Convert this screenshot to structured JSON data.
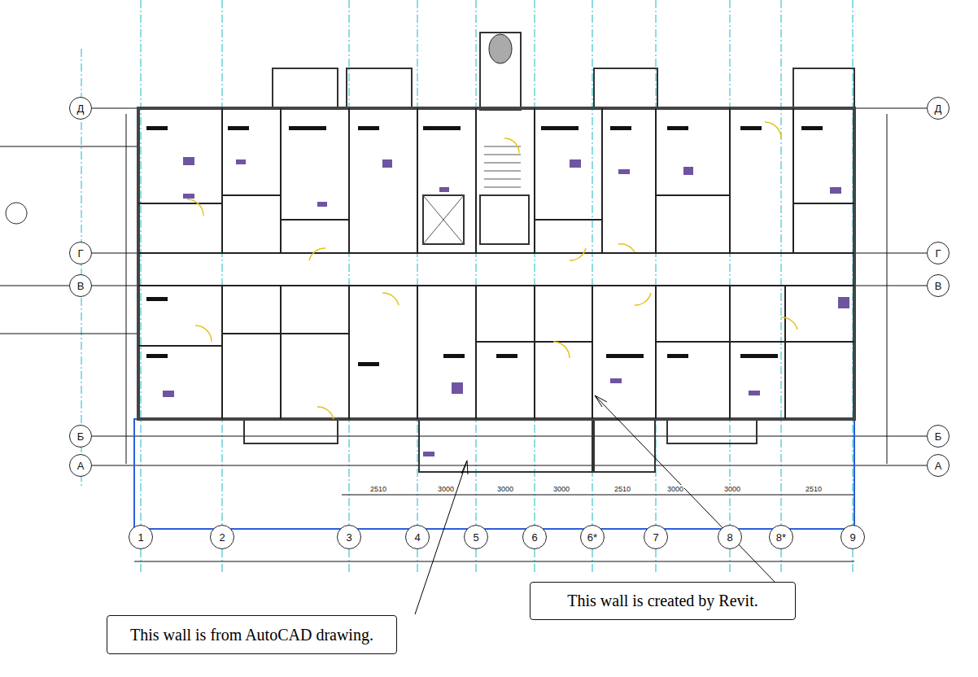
{
  "diagram": {
    "nodes": [
      {
        "text": [
          "Д"
        ]
      },
      {
        "text": [
          "Г"
        ]
      },
      {
        "text": [
          "В"
        ]
      },
      {
        "text": [
          "Б"
        ]
      },
      {
        "text": [
          "А"
        ]
      },
      {
        "text": [
          "Д"
        ]
      },
      {
        "text": [
          "Г"
        ]
      },
      {
        "text": [
          "В"
        ]
      },
      {
        "text": [
          "Б"
        ]
      },
      {
        "text": [
          "А"
        ]
      },
      {
        "text": [
          "1"
        ]
      },
      {
        "text": [
          "2"
        ]
      },
      {
        "text": [
          "3"
        ]
      },
      {
        "text": [
          "4"
        ]
      },
      {
        "text": [
          "5"
        ]
      },
      {
        "text": [
          "6"
        ]
      },
      {
        "text": [
          "6*"
        ]
      },
      {
        "text": [
          "7"
        ]
      },
      {
        "text": [
          "8"
        ]
      },
      {
        "text": [
          "8*"
        ]
      },
      {
        "text": [
          "9"
        ]
      },
      {
        "text": [
          "This wall is from AutoCAD drawing."
        ]
      },
      {
        "text": [
          "This wall is created by Revit."
        ]
      }
    ],
    "labels": [
      "2510",
      "3000",
      "3000",
      "3000",
      "2510",
      "3000",
      "3000",
      "2510"
    ]
  }
}
